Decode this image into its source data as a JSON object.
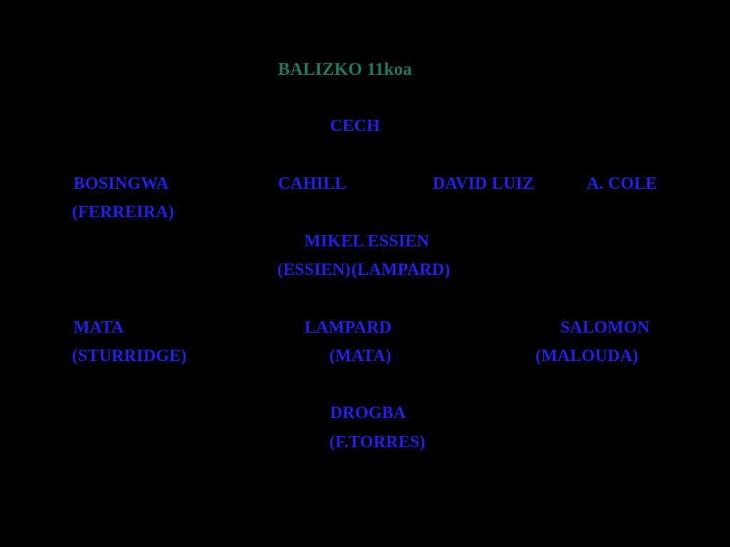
{
  "slide": {
    "background_color": "#000000",
    "title": "BALIZKO 11koa",
    "title_color": "#1a7a63",
    "player_color": "#2020e8"
  },
  "lineup": {
    "goalkeeper": {
      "name": "CECH"
    },
    "defenders": [
      {
        "name": "BOSINGWA",
        "sub": "(FERREIRA)"
      },
      {
        "name": "CAHILL",
        "sub": ""
      },
      {
        "name": "DAVID LUIZ",
        "sub": ""
      },
      {
        "name": "A. COLE",
        "sub": ""
      }
    ],
    "holding_midfield": {
      "name": "MIKEL ESSIEN",
      "sub_left": "(ESSIEN)",
      "sub_right": "(LAMPARD)"
    },
    "midfielders": [
      {
        "name": "MATA",
        "sub": "(STURRIDGE)"
      },
      {
        "name": "LAMPARD",
        "sub": "(MATA)"
      },
      {
        "name": "SALOMON",
        "sub": "(MALOUDA)"
      }
    ],
    "forward": {
      "name": "DROGBA",
      "sub": "(F.TORRES)"
    }
  }
}
